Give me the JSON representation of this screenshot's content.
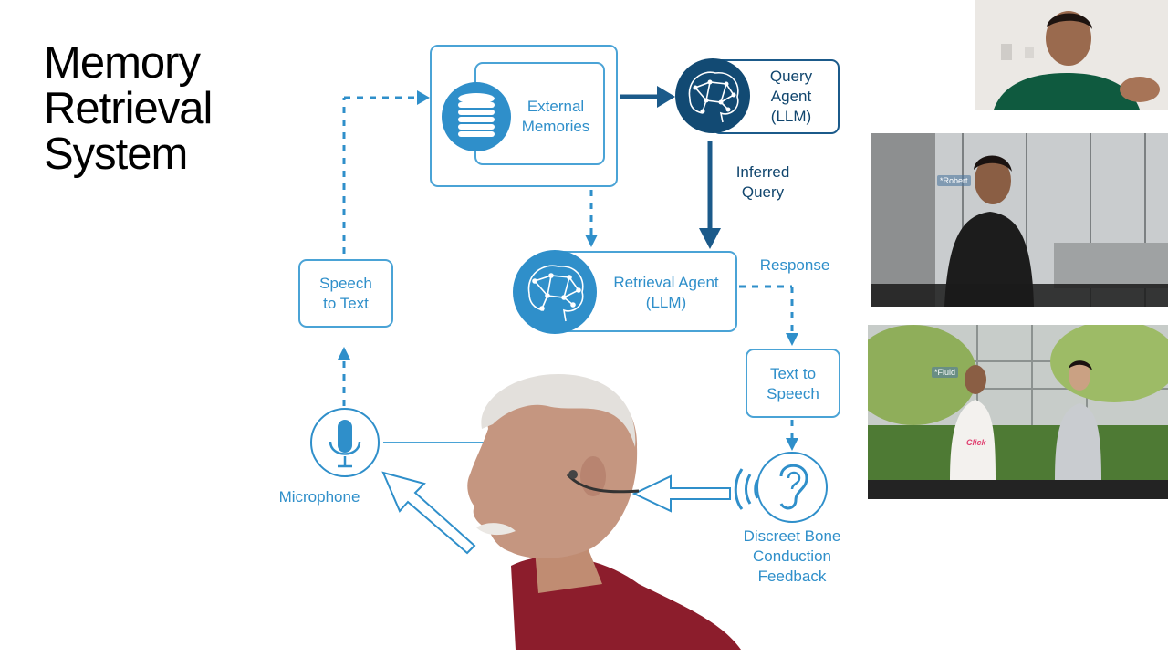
{
  "slide": {
    "title_lines": [
      "Memory",
      "Retrieval",
      "System"
    ]
  },
  "diagram": {
    "external_memories": "External\nMemories",
    "query_agent": "Query\nAgent\n(LLM)",
    "inferred_query": "Inferred\nQuery",
    "retrieval_agent": "Retrieval Agent\n(LLM)",
    "response": "Response",
    "speech_to_text": "Speech\nto Text",
    "text_to_speech": "Text to\nSpeech",
    "microphone": "Microphone",
    "bone_conduction": "Discreet Bone\nConduction\nFeedback"
  },
  "videos": {
    "scene1_tag": "*Robert",
    "scene2_tag": "*Fluid",
    "scene2_click": "Click"
  },
  "colors": {
    "accent_light": "#2f8fca",
    "accent_dark": "#11466e",
    "circle_light": "#2f8fca",
    "circle_dark": "#124a73"
  },
  "icons": [
    "database-icon",
    "brain-network-icon",
    "microphone-icon",
    "ear-icon"
  ]
}
